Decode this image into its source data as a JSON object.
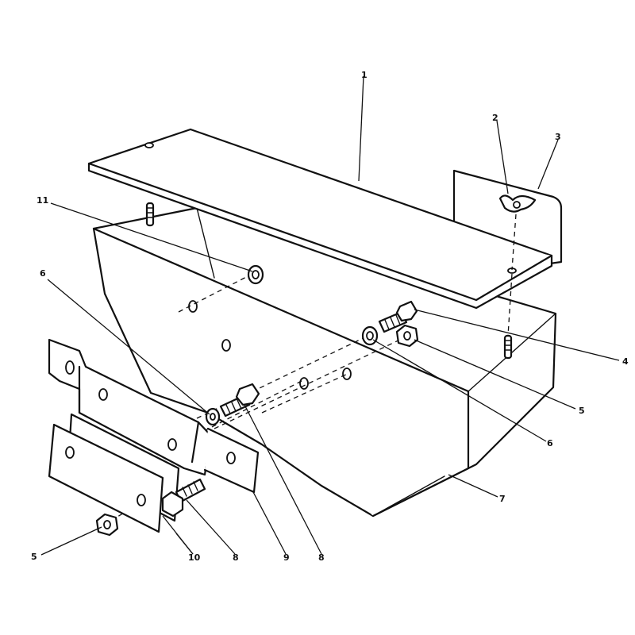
{
  "callouts": [
    {
      "id": "c1",
      "text": "1"
    },
    {
      "id": "c2",
      "text": "2"
    },
    {
      "id": "c3",
      "text": "3"
    },
    {
      "id": "c4",
      "text": "4"
    },
    {
      "id": "c5a",
      "text": "5"
    },
    {
      "id": "c5b",
      "text": "5"
    },
    {
      "id": "c6a",
      "text": "6"
    },
    {
      "id": "c6b",
      "text": "6"
    },
    {
      "id": "c7",
      "text": "7"
    },
    {
      "id": "c8a",
      "text": "8"
    },
    {
      "id": "c8b",
      "text": "8"
    },
    {
      "id": "c9",
      "text": "9"
    },
    {
      "id": "c10",
      "text": "10"
    },
    {
      "id": "c11",
      "text": "11"
    }
  ]
}
